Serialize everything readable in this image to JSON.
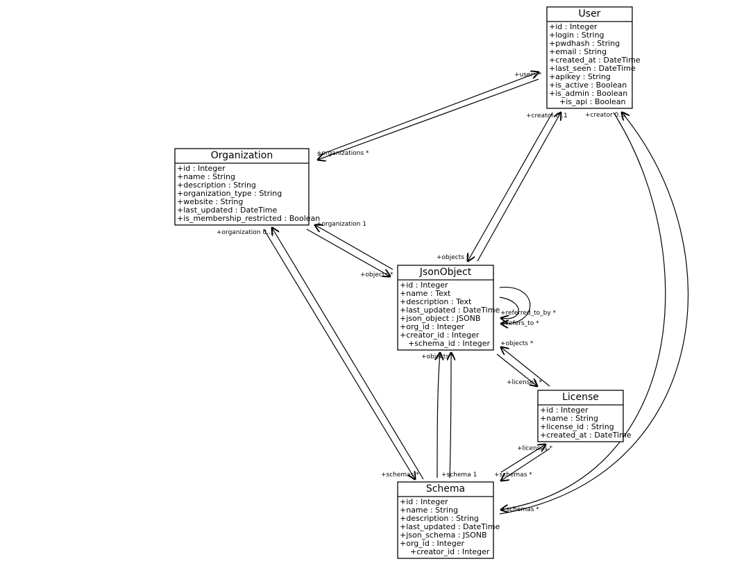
{
  "classes": [
    {
      "id": "user",
      "title": "User",
      "attributes": [
        "+id : Integer",
        "+login : String",
        "+pwdhash : String",
        "+email : String",
        "+created_at : DateTime",
        "+last_seen : DateTime",
        "+apikey : String",
        "+is_active : Boolean",
        "+is_admin : Boolean",
        "+is_api : Boolean"
      ]
    },
    {
      "id": "organization",
      "title": "Organization",
      "attributes": [
        "+id : Integer",
        "+name : String",
        "+description : String",
        "+organization_type : String",
        "+website : String",
        "+last_updated : DateTime",
        "+is_membership_restricted : Boolean"
      ]
    },
    {
      "id": "jsonobject",
      "title": "JsonObject",
      "attributes": [
        "+id : Integer",
        "+name : Text",
        "+description : Text",
        "+last_updated : DateTime",
        "+json_object : JSONB",
        "+org_id : Integer",
        "+creator_id : Integer",
        "+schema_id : Integer"
      ]
    },
    {
      "id": "license",
      "title": "License",
      "attributes": [
        "+id : Integer",
        "+name : String",
        "+license_id : String",
        "+created_at : DateTime"
      ]
    },
    {
      "id": "schema",
      "title": "Schema",
      "attributes": [
        "+id : Integer",
        "+name : String",
        "+description : String",
        "+last_updated : DateTime",
        "+json_schema : JSONB",
        "+org_id : Integer",
        "+creator_id : Integer"
      ]
    }
  ],
  "labels": [
    "+users *",
    "+organizations *",
    "+creator 0..1",
    "+creator 0..1",
    "+organization 1",
    "+organization 0..1",
    "+objects *",
    "+objects *",
    "+referred_to_by *",
    "+refers_to *",
    "+objects *",
    "+objects *",
    "+licenses *",
    "+licenses *",
    "+schemas *",
    "+schema 1",
    "+schemas *",
    "+schemas *"
  ]
}
